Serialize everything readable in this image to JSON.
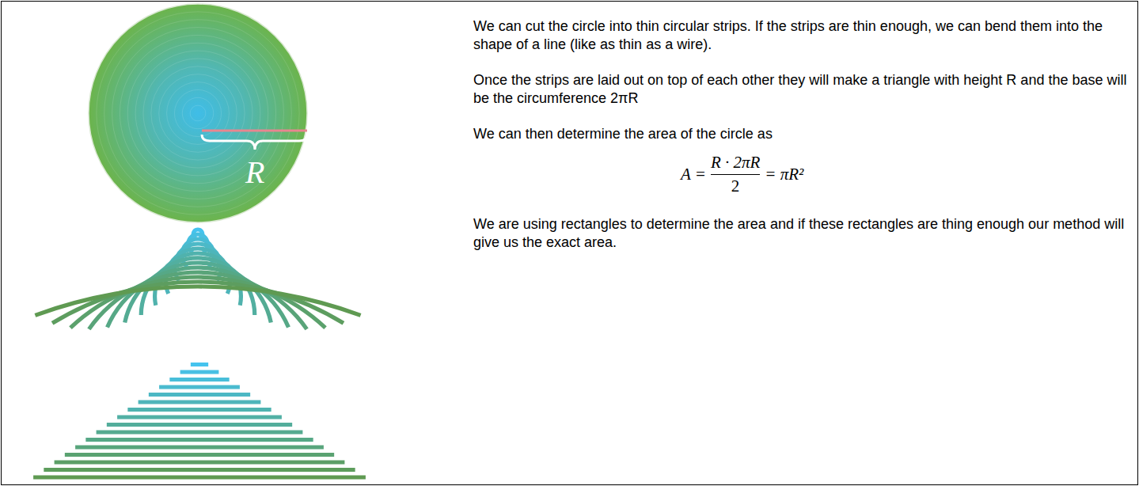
{
  "diagram": {
    "labels": [
      "R",
      "We can cut the circle into thin circular strips. If the strips are thin enough, we can bend them into the shape of a line (like as thin as a wire).",
      "Once the strips are laid out on top of each other they will make a triangle with height R and the base will be the circumference 2πR",
      "We can then determine the area of the circle as",
      "A =",
      "R · 2πR",
      "2",
      "= πR²",
      "We are using rectangles to determine the area and if these rectangles are thing enough our method will give us the exact area."
    ]
  }
}
